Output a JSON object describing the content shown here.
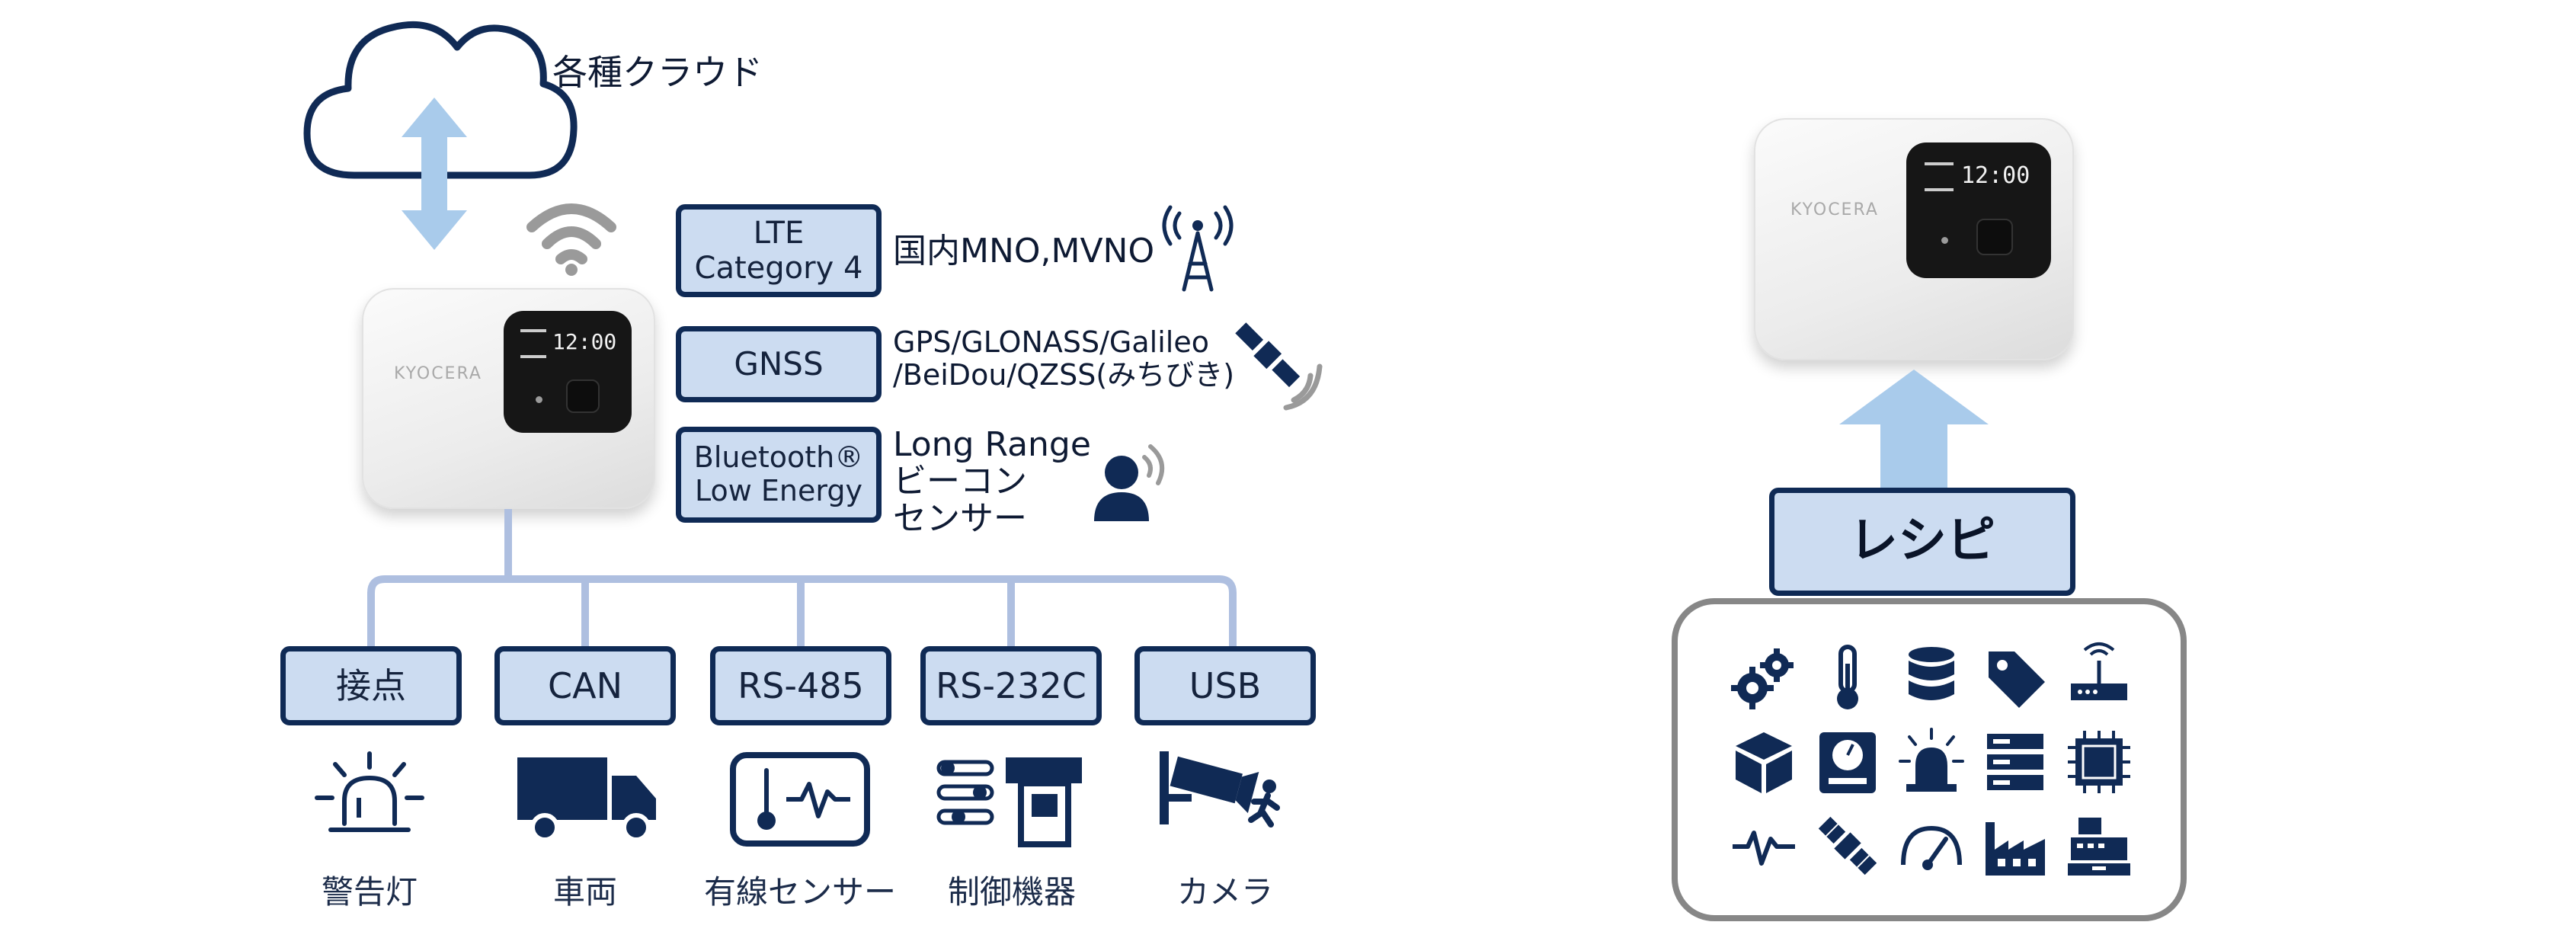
{
  "cloud": {
    "label": "各種クラウド"
  },
  "device": {
    "time": "12:00",
    "brand": "KYOCERA"
  },
  "comms": [
    {
      "box": "LTE\nCategory 4",
      "desc": "国内MNO,MVNO",
      "icon": "cell-tower-icon"
    },
    {
      "box": "GNSS",
      "desc": "GPS/GLONASS/Galileo\n/BeiDou/QZSS(みちびき)",
      "icon": "satellite-icon"
    },
    {
      "box": "Bluetooth®\nLow Energy",
      "desc": "Long Range\nビーコン\nセンサー",
      "icon": "person-signal-icon"
    }
  ],
  "interfaces": [
    {
      "label": "接点",
      "caption": "警告灯",
      "icon": "warning-light-icon"
    },
    {
      "label": "CAN",
      "caption": "車両",
      "icon": "truck-icon"
    },
    {
      "label": "RS-485",
      "caption": "有線センサー",
      "icon": "wired-sensor-icon"
    },
    {
      "label": "RS-232C",
      "caption": "制御機器",
      "icon": "control-equipment-icon"
    },
    {
      "label": "USB",
      "caption": "カメラ",
      "icon": "camera-icon"
    }
  ],
  "recipe": {
    "label": "レシピ",
    "icons": [
      "gears-icon",
      "thermometer-icon",
      "database-icon",
      "tag-icon",
      "router-icon",
      "box-icon",
      "scale-icon",
      "warning-light-icon",
      "server-icon",
      "chip-icon",
      "waveform-icon",
      "satellite-icon",
      "gauge-icon",
      "factory-icon",
      "cash-register-icon"
    ]
  },
  "colors": {
    "navy": "#102a55",
    "box_fill": "#ccdcf1",
    "arrow_blue": "#a9cbeb",
    "line_blue": "#aebfe0"
  }
}
